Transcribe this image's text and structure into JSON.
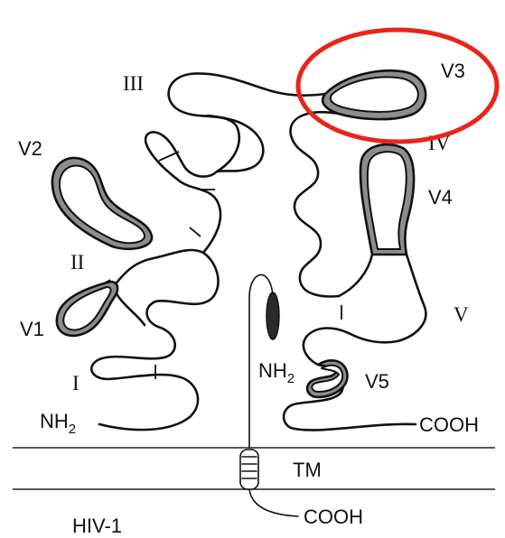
{
  "diagram": {
    "organism_label": "HIV-1",
    "domain_labels": {
      "I": "I",
      "II": "II",
      "III": "III",
      "IV": "IV",
      "V": "V"
    },
    "variable_loop_labels": {
      "V1": "V1",
      "V2": "V2",
      "V3": "V3",
      "V4": "V4",
      "V5": "V5"
    },
    "gp120_termini": {
      "n_terminus": "NH",
      "n_terminus_sub": "2",
      "c_terminus": "COOH"
    },
    "gp41_termini": {
      "n_terminus": "NH",
      "n_terminus_sub": "2",
      "c_terminus": "COOH"
    },
    "transmembrane_label": "TM",
    "highlight": {
      "target": "V3",
      "color": "#e8251b"
    },
    "colors": {
      "line": "#111111",
      "variable_loop_fill": "#8d8d8d",
      "gp41_fusion_peptide": "#2a2a2a"
    }
  }
}
